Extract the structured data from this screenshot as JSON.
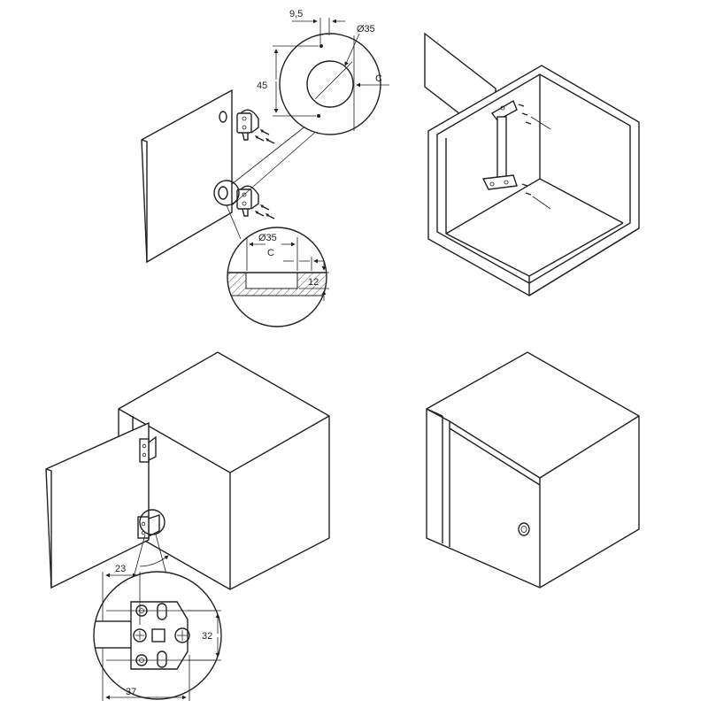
{
  "dimensions": {
    "offset": "9,5",
    "cup_diameter_top": "Ø35",
    "hole_spacing": "45",
    "distance_c_top": "C",
    "cup_diameter_section": "Ø35",
    "distance_c_section": "C",
    "cup_depth": "12",
    "plate_offset": "23",
    "plate_height": "32",
    "plate_width": "37"
  },
  "colors": {
    "line": "#231f20",
    "background": "#ffffff"
  }
}
